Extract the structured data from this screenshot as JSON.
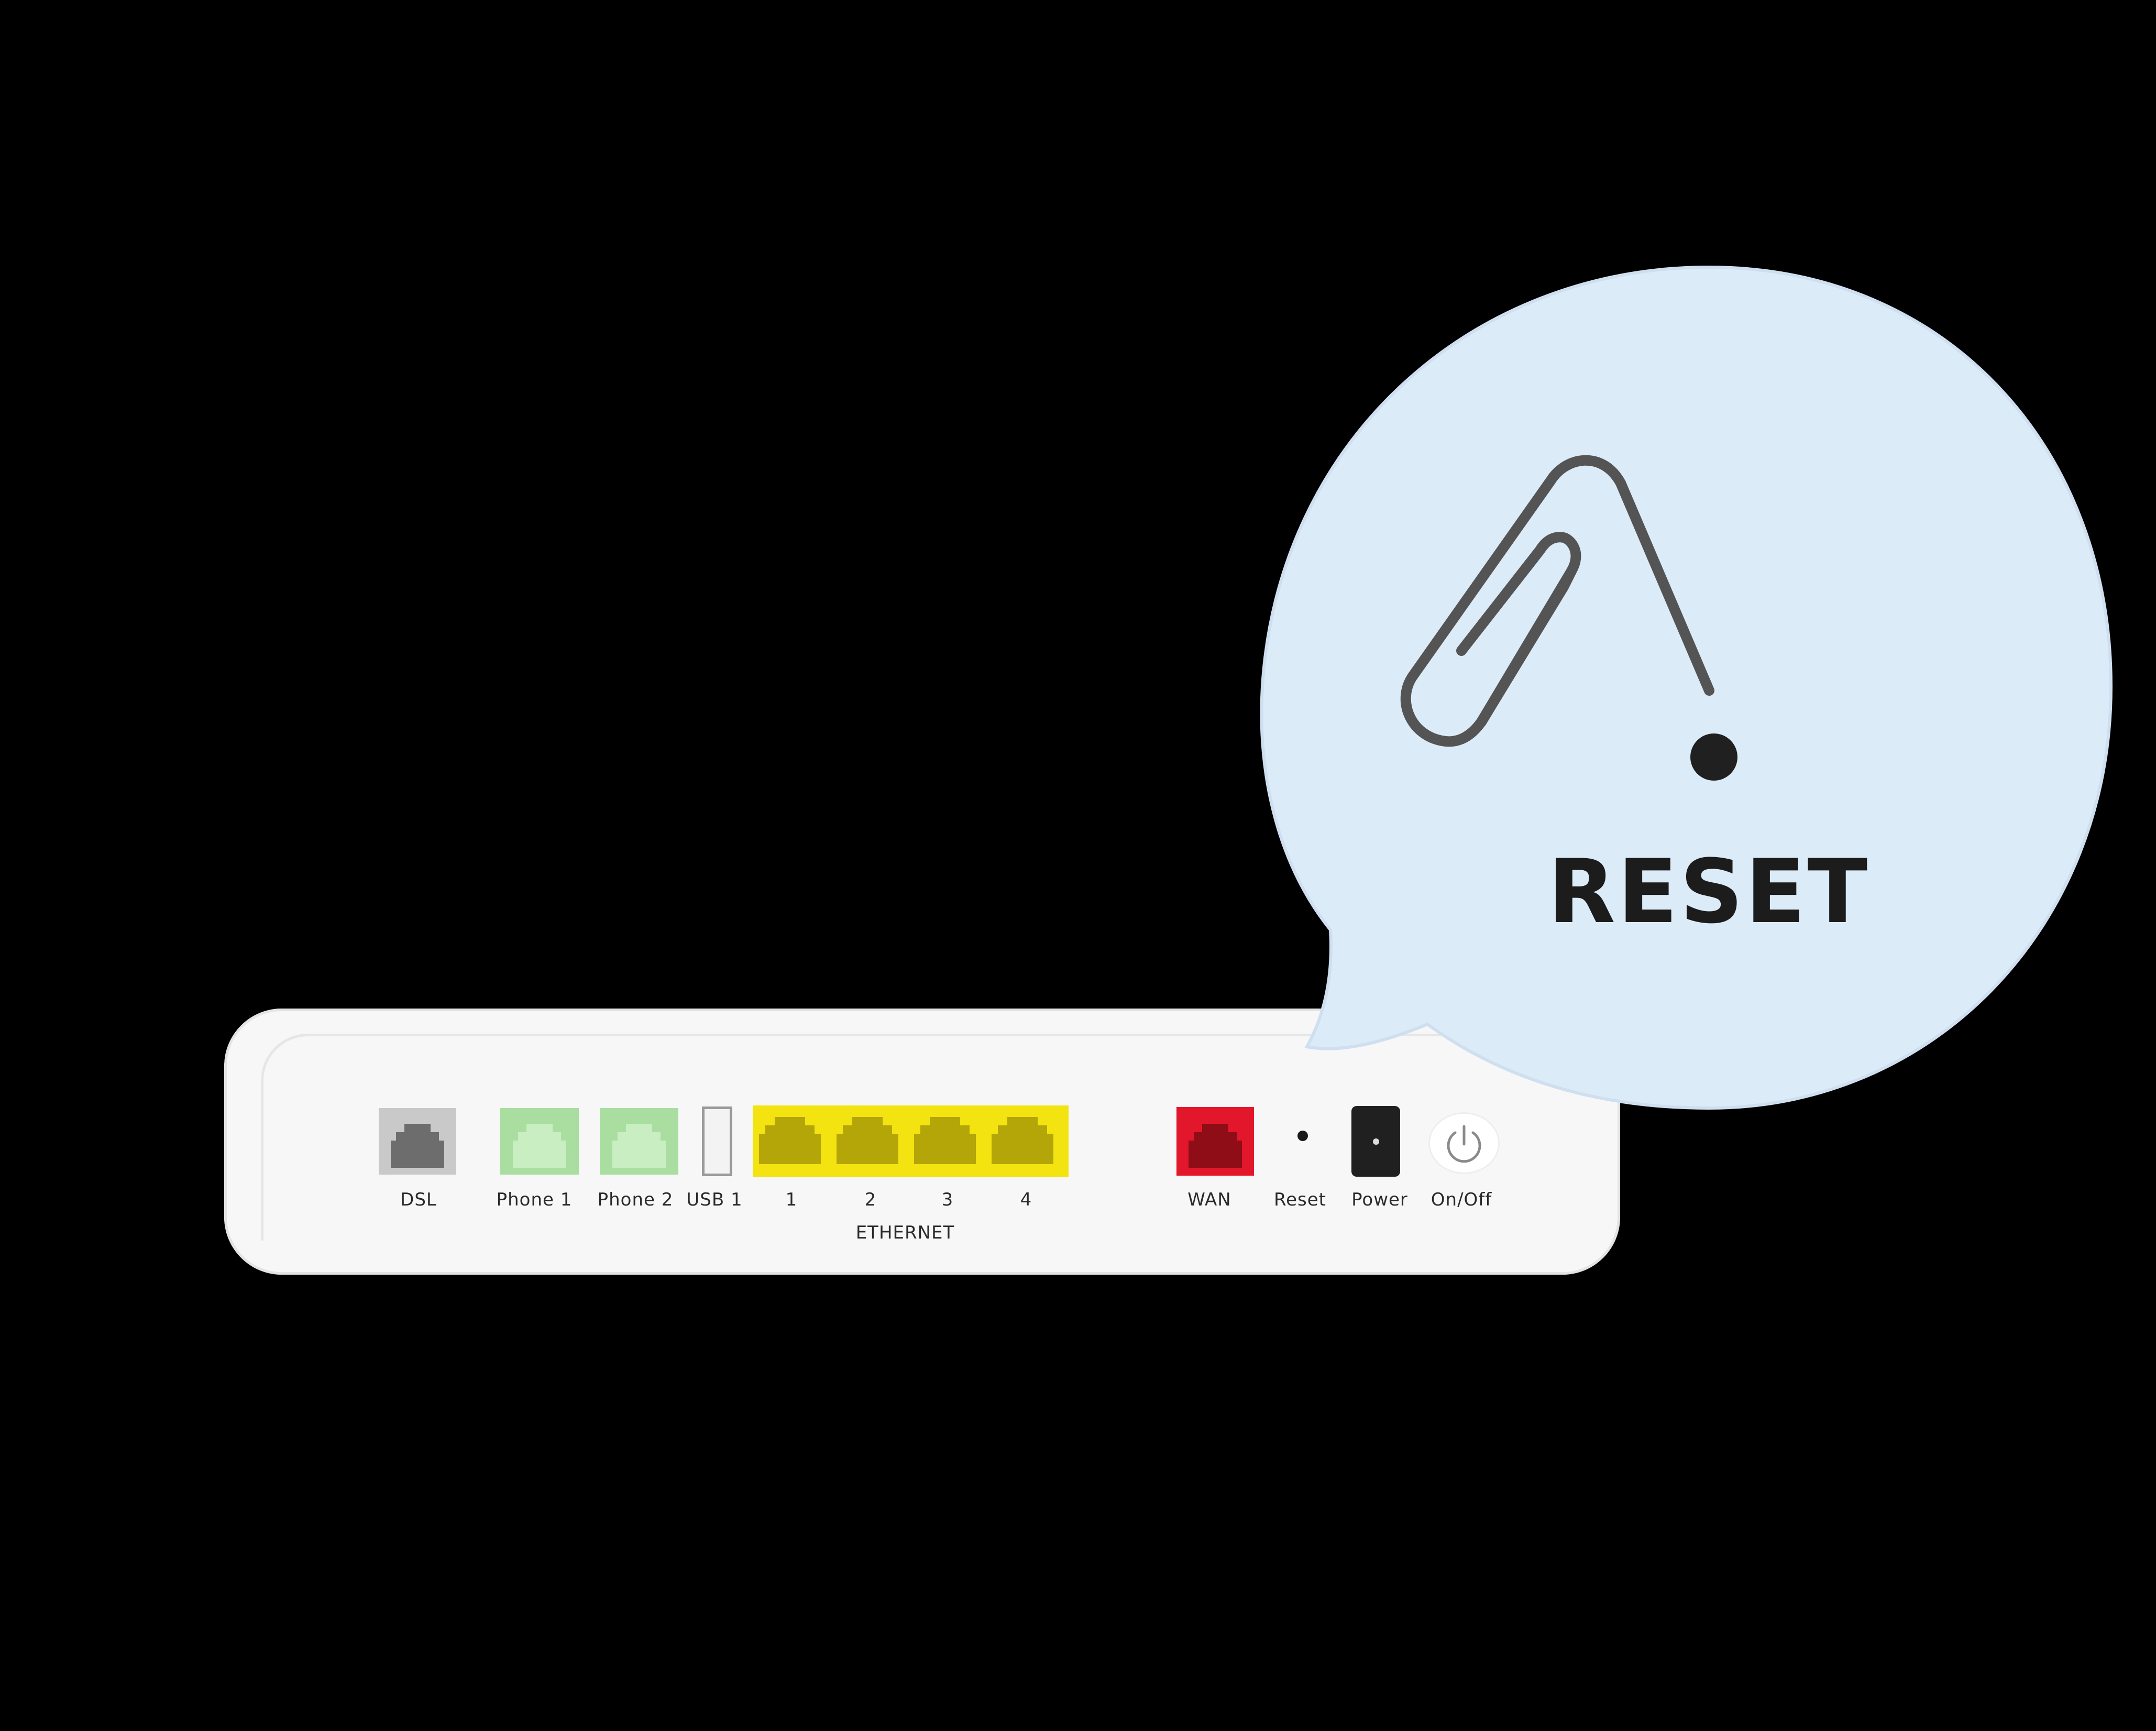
{
  "ports": {
    "dsl": "DSL",
    "phone1": "Phone 1",
    "phone2": "Phone 2",
    "usb1": "USB 1",
    "eth1": "1",
    "eth2": "2",
    "eth3": "3",
    "eth4": "4",
    "ethernet_group": "ETHERNET",
    "wan": "WAN",
    "reset": "Reset",
    "power": "Power",
    "onoff": "On/Off"
  },
  "callout": {
    "title": "RESET",
    "icons": [
      "paperclip-icon",
      "reset-hole-icon"
    ]
  },
  "colors": {
    "background": "#000000",
    "router_body": "#f7f7f7",
    "dsl": "#c9c9c9",
    "phone": "#a9dea0",
    "ethernet": "#f2e311",
    "wan": "#e3172b",
    "power": "#202020",
    "bubble": "#dcebf8"
  }
}
